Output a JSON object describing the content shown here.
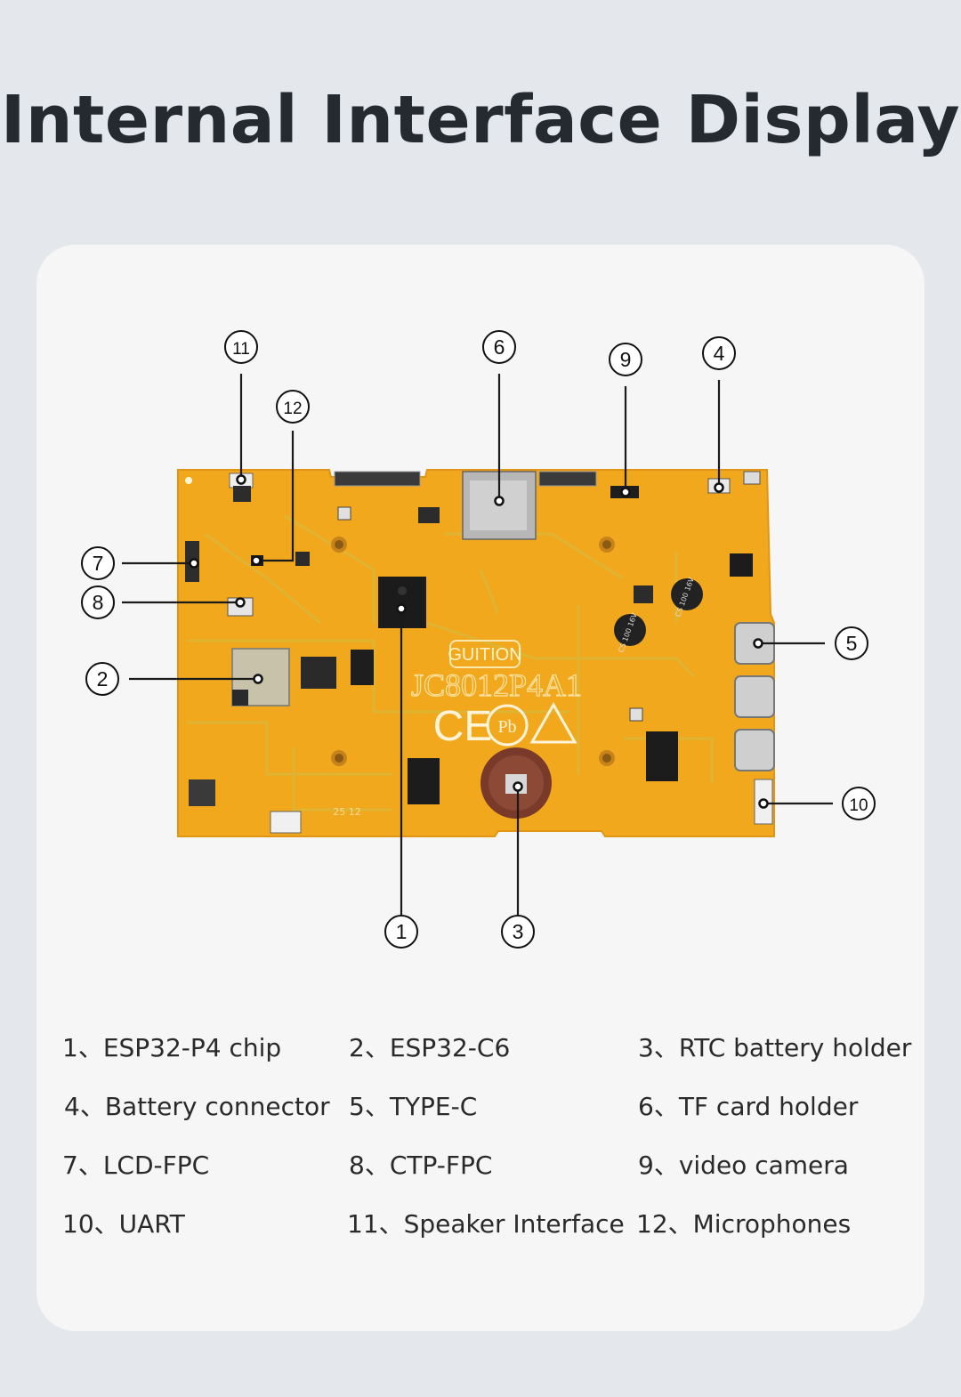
{
  "page": {
    "title": "Internal Interface Display"
  },
  "board": {
    "brand": "GUITION",
    "model": "JC8012P4A1",
    "marks": [
      "CE",
      "Pb"
    ],
    "cap_label_a": "CS 100 16V",
    "cap_label_b": "CS 100 16V",
    "date_code": "25 12"
  },
  "callouts": [
    {
      "number": "1",
      "symbol": "①"
    },
    {
      "number": "2",
      "symbol": "②"
    },
    {
      "number": "3",
      "symbol": "③"
    },
    {
      "number": "4",
      "symbol": "④"
    },
    {
      "number": "5",
      "symbol": "⑤"
    },
    {
      "number": "6",
      "symbol": "⑥"
    },
    {
      "number": "7",
      "symbol": "⑦"
    },
    {
      "number": "8",
      "symbol": "⑧"
    },
    {
      "number": "9",
      "symbol": "⑨"
    },
    {
      "number": "10",
      "symbol": "⑩"
    },
    {
      "number": "11",
      "symbol": "⑪"
    },
    {
      "number": "12",
      "symbol": "⑫"
    }
  ],
  "legend": [
    "1、ESP32-P4 chip",
    "2、ESP32-C6",
    "3、RTC battery holder",
    "4、Battery connector",
    "5、TYPE-C",
    "6、TF card holder",
    "7、LCD-FPC",
    "8、CTP-FPC",
    "9、video camera",
    "10、UART",
    "11、Speaker Interface",
    "12、Microphones"
  ],
  "colors": {
    "background": "#e4e8ec",
    "card": "#f6f6f6",
    "pcb": "#f2a81d",
    "pcb_trace": "#d8b53a",
    "chip": "#1b1b1b",
    "callout_line": "#111111"
  }
}
